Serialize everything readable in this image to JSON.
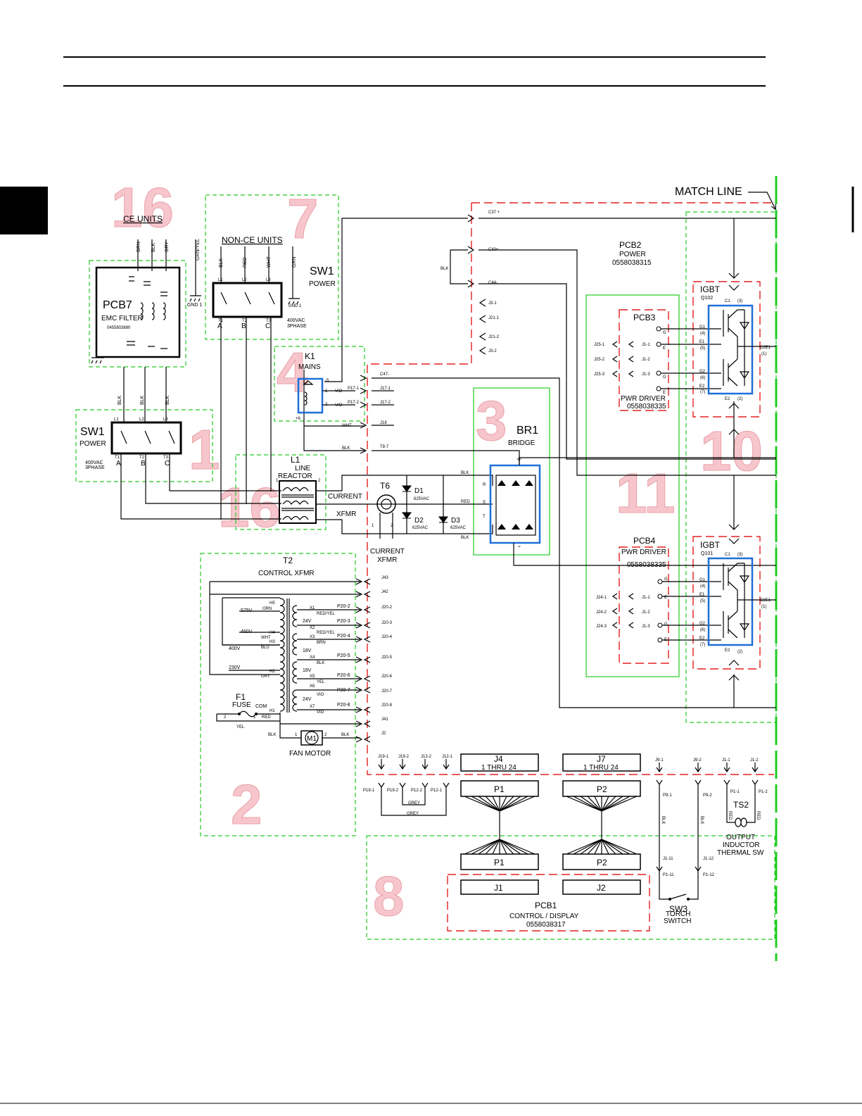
{
  "colors": {
    "wire": "#000000",
    "section_green": "#22cc22",
    "board_red": "#e32020",
    "module_blue": "#1e6fd9",
    "section_number_fill": "#f7c6cc"
  },
  "section_numbers": [
    "16",
    "7",
    "4",
    "3",
    "1",
    "16",
    "11",
    "10",
    "2",
    "8"
  ],
  "match_line": "MATCH LINE",
  "ce_units": "CE UNITS",
  "non_ce_units": "NON-CE UNITS",
  "ce_wires": [
    "BRN",
    "BLK",
    "GRY",
    "GRN/YEL"
  ],
  "nonce_wires": [
    "BLK",
    "RED",
    "WHT",
    "GRN"
  ],
  "gnd1": "GND 1",
  "pcb7": {
    "name": "PCB7",
    "desc": "EMC FILTER",
    "part": "0455803880"
  },
  "sw1_top": {
    "name": "SW1",
    "desc": "POWER",
    "note1": "400VAC",
    "note2": "3PHASE",
    "inputs": [
      "L1",
      "L2",
      "L3"
    ],
    "outputs": [
      "T1",
      "T2",
      "T3"
    ],
    "phases": [
      "A",
      "B",
      "C"
    ]
  },
  "sw1_bottom": {
    "name": "SW1",
    "desc": "POWER",
    "note1": "400VAC",
    "note2": "3PHASE",
    "inputs": [
      "L1",
      "L2",
      "L3"
    ],
    "outputs": [
      "T1",
      "T2",
      "T3"
    ],
    "phases": [
      "A",
      "B",
      "C"
    ],
    "wires": [
      "BLK",
      "BLK",
      "BLK"
    ]
  },
  "k1": {
    "name": "K1",
    "desc": "MAINS",
    "pins": [
      "-5",
      "1",
      "2",
      "+6"
    ],
    "wire": "VIO"
  },
  "l1": {
    "name": "L1",
    "desc1": "LINE",
    "desc2": "REACTOR",
    "pins": [
      "1",
      "2"
    ]
  },
  "t6": {
    "name": "T6",
    "desc1": "CURRENT",
    "desc2": "XFMR",
    "left1": "CURRENT",
    "left2": "XFMR",
    "pins": [
      "1",
      "2"
    ]
  },
  "diodes": [
    {
      "name": "D1",
      "rating": "625VAC"
    },
    {
      "name": "D2",
      "rating": "625VAC"
    },
    {
      "name": "D3",
      "rating": "625VAC"
    }
  ],
  "br1": {
    "name": "BR1",
    "desc": "BRIDGE",
    "plus": "+",
    "minus": "-",
    "phases": [
      "R",
      "S",
      "T"
    ],
    "wires": [
      "BLK",
      "RED",
      "BLK"
    ]
  },
  "conn_mid": [
    {
      "label": "C47-",
      "wire": ""
    },
    {
      "label": "J17-1",
      "wire": "P17-1"
    },
    {
      "label": "J17-2",
      "wire": "P17-2"
    },
    {
      "label": "J18",
      "wire": "WHT"
    },
    {
      "label": "T8-7",
      "wire": "BLK"
    }
  ],
  "conn_top": [
    "C37 +",
    "C40+",
    "C44-",
    "J3-1",
    "J21-1",
    "J21-2",
    "J3-2"
  ],
  "blk_small": "BLK",
  "pcb2": {
    "name": "PCB2",
    "desc": "POWER",
    "part": "0558038315"
  },
  "pcb3": {
    "name": "PCB3",
    "desc": "PWR DRIVER",
    "part": "0558038335",
    "pins": [
      "J25-1",
      "J25-2",
      "J25-3"
    ],
    "jpins": [
      "J1-1",
      "J1-2",
      "J1-3"
    ],
    "terms": [
      "G",
      "E",
      "G",
      "E"
    ]
  },
  "pcb4": {
    "name": "PCB4",
    "desc": "PWR DRIVER",
    "part": "0558038335",
    "pins": [
      "J24-1",
      "J24-2",
      "J24-3"
    ],
    "jpins": [
      "J1-1",
      "J1-2",
      "J1-3"
    ],
    "terms": [
      "G",
      "E",
      "G",
      "E"
    ]
  },
  "igbt_top": {
    "name": "IGBT",
    "ref": "Q102",
    "c1": "C1",
    "e2": "E2",
    "c2e1": "C2E1",
    "g1": "G1",
    "e1": "E1",
    "g2": "G2",
    "e2l": "E2",
    "nums": [
      "(3)",
      "(4)",
      "(5)",
      "(6)",
      "(7)",
      "(2)",
      "(1)"
    ]
  },
  "igbt_bot": {
    "name": "IGBT",
    "ref": "Q101",
    "c1": "C1",
    "e2": "E2",
    "c2e1": "C2E1",
    "g1": "G1",
    "e1": "E1",
    "g2": "G2",
    "e2l": "E2",
    "nums": [
      "(3)",
      "(4)",
      "(5)",
      "(6)",
      "(7)",
      "(2)",
      "(1)"
    ]
  },
  "t2": {
    "name": "T2",
    "desc": "CONTROL XFMR",
    "primary": [
      {
        "v": "575V",
        "tap": "H5",
        "col": "ORN"
      },
      {
        "v": "460V",
        "tap": "H4",
        "col": "WHT"
      },
      {
        "v": "400V",
        "tap": "H3",
        "col": "BLU"
      },
      {
        "v": "230V",
        "tap": "H2",
        "col": "GRY"
      },
      {
        "v": "",
        "tap": "H1",
        "col": "RED"
      }
    ],
    "com": "COM",
    "secondary": [
      {
        "x": "X1",
        "plug": "P20-2",
        "wire": "RED/YEL",
        "v": "24V"
      },
      {
        "x": "X2",
        "plug": "P20-3",
        "wire": "RED/YEL",
        "v": ""
      },
      {
        "x": "X3",
        "plug": "P20-4",
        "wire": "BRN",
        "v": "18V"
      },
      {
        "x": "X4",
        "plug": "P20-5",
        "wire": "BLK",
        "v": "18V"
      },
      {
        "x": "X5",
        "plug": "P20-6",
        "wire": "YEL",
        "v": ""
      },
      {
        "x": "X6",
        "plug": "P20-7",
        "wire": "VIO",
        "v": "24V"
      },
      {
        "x": "X7",
        "plug": "P20-8",
        "wire": "VIO",
        "v": ""
      }
    ],
    "jacks": [
      "J43",
      "J42",
      "J20-2",
      "J20-3",
      "J20-4",
      "J20-5",
      "J20-6",
      "J20-7",
      "J20-8",
      "J41",
      "J2"
    ]
  },
  "f1": {
    "name": "F1",
    "desc": "FUSE",
    "pins": [
      "2",
      "1"
    ],
    "wires": [
      "YEL",
      "RED"
    ]
  },
  "m1": {
    "name": "M1",
    "desc": "FAN MOTOR",
    "pins": [
      "1",
      "2"
    ],
    "wires": [
      "BLK",
      "BLK"
    ]
  },
  "bottom_jacks_left": [
    "J19-1",
    "J19-2",
    "J12-2",
    "J12-1"
  ],
  "bottom_plugs_left": [
    "P19-1",
    "P19-2",
    "P12-2",
    "P12-1"
  ],
  "grey": [
    "GREY",
    "GREY"
  ],
  "j4": {
    "name": "J4",
    "desc": "1 THRU 24"
  },
  "j7": {
    "name": "J7",
    "desc": "1 THRU 24"
  },
  "p1": "P1",
  "p2": "P2",
  "bottom_jacks_right": [
    "J9-1",
    "J9-2",
    "J1-1",
    "J1-2"
  ],
  "bottom_plugs_right": [
    "P9-1",
    "P9-2",
    "P1-1",
    "P1-2"
  ],
  "ts2": {
    "name": "TS2",
    "desc1": "OUTPUT",
    "desc2": "INDUCTOR",
    "desc3": "THERMAL SW",
    "wires": [
      "RED",
      "RED"
    ]
  },
  "sw3": {
    "name": "SW3",
    "desc1": "TORCH",
    "desc2": "SWITCH",
    "pins": [
      "J1-11",
      "J1-12",
      "P1-11",
      "P1-12"
    ],
    "wires": [
      "BLK",
      "BLK"
    ]
  },
  "pcb1": {
    "name": "PCB1",
    "desc": "CONTROL / DISPLAY",
    "part": "0558038317",
    "j1": "J1",
    "j2": "J2"
  }
}
